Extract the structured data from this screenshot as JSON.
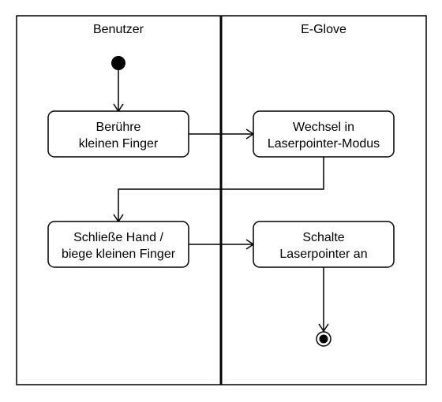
{
  "lanes": [
    {
      "id": "benutzer",
      "title": "Benutzer"
    },
    {
      "id": "eglove",
      "title": "E-Glove"
    }
  ],
  "nodes": {
    "touch_finger": [
      "Berühre",
      "kleinen Finger"
    ],
    "laser_mode": [
      "Wechsel in",
      "Laserpointer-Modus"
    ],
    "close_hand": [
      "Schließe Hand /",
      "biege kleinen Finger"
    ],
    "laser_on": [
      "Schalte",
      "Laserpointer an"
    ]
  },
  "edges": [
    {
      "from": "start",
      "to": "touch_finger"
    },
    {
      "from": "touch_finger",
      "to": "laser_mode"
    },
    {
      "from": "laser_mode",
      "to": "close_hand"
    },
    {
      "from": "close_hand",
      "to": "laser_on"
    },
    {
      "from": "laser_on",
      "to": "end"
    }
  ]
}
